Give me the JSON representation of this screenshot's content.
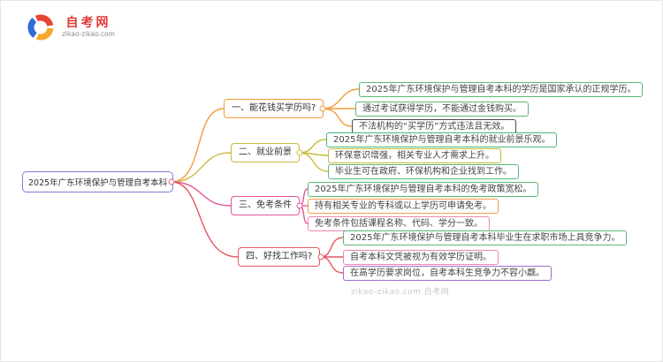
{
  "logo": {
    "site_name": "自考网",
    "site_url": "zikao-zikao.com"
  },
  "watermark": "zikao-zikao.com 自考网",
  "root": {
    "label": "2025年广东环境保护与管理自考本科",
    "border_color": "#7b7fd8",
    "dot_color": "#e0608c"
  },
  "branches": [
    {
      "label": "一、能花钱买学历吗?",
      "color": "#f29c38",
      "children": [
        {
          "text": "2025年广东环境保护与管理自考本科的学历是国家承认的正规学历。",
          "color": "#5cb874"
        },
        {
          "text": "通过考试获得学历，不能通过金钱购买。",
          "color": "#5cb874"
        },
        {
          "text": "不法机构的“买学历”方式违法且无效。",
          "color": "#4a4a4a"
        }
      ]
    },
    {
      "label": "二、就业前景",
      "color": "#c9bb3f",
      "children": [
        {
          "text": "2025年广东环境保护与管理自考本科的就业前景乐观。",
          "color": "#45b97c"
        },
        {
          "text": "环保意识增强，相关专业人才需求上升。",
          "color": "#c9bb3f"
        },
        {
          "text": "毕业生可在政府、环保机构和企业找到工作。",
          "color": "#5cb874"
        }
      ]
    },
    {
      "label": "三、免考条件",
      "color": "#e4549b",
      "children": [
        {
          "text": "2025年广东环境保护与管理自考本科的免考政策宽松。",
          "color": "#5cb874"
        },
        {
          "text": "持有相关专业的专科或以上学历可申请免考。",
          "color": "#f0a04a"
        },
        {
          "text": "免考条件包括课程名称、代码、学分一致。",
          "color": "#ef87b2"
        }
      ]
    },
    {
      "label": "四、好找工作吗?",
      "color": "#e25663",
      "children": [
        {
          "text": "2025年广东环境保护与管理自考本科毕业生在求职市场上具竞争力。",
          "color": "#5cb874"
        },
        {
          "text": "自考本科文凭被视为有效学历证明。",
          "color": "#ef87b2"
        },
        {
          "text": "在高学历要求岗位，自考本科生竞争力不容小觑。",
          "color": "#a06cc9"
        }
      ]
    }
  ]
}
